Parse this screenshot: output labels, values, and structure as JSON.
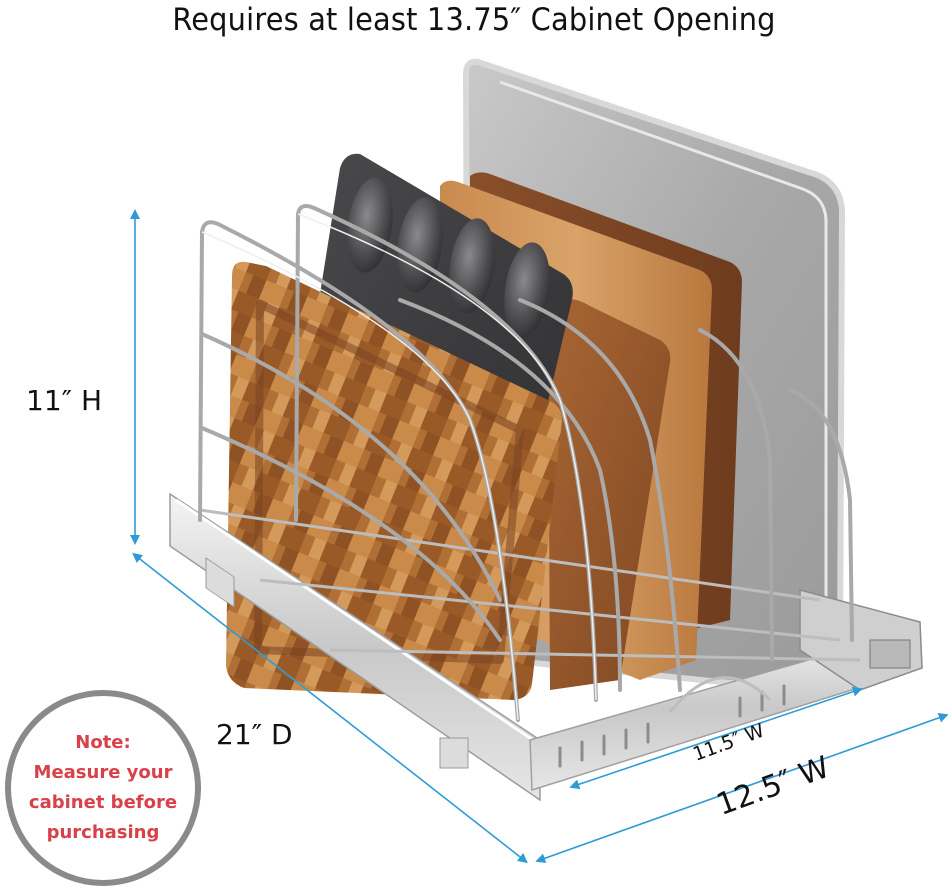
{
  "headline": "Requires at least 13.75″ Cabinet Opening",
  "dimensions": {
    "height": "11″  H",
    "depth": "21″  D",
    "inner_width": "11.5″  W",
    "outer_width": "12.5″  W"
  },
  "note": {
    "title": "Note:",
    "lines": [
      "Measure your",
      "cabinet before",
      "purchasing"
    ]
  },
  "product": {
    "description": "Pull-out chrome wire organizer rack holding cutting boards, muffin tin and baking sheets",
    "items": [
      "end-grain cutting board",
      "muffin tin",
      "wood cutting board (small)",
      "wood cutting board (light)",
      "wood cutting board (dark)",
      "baking sheets"
    ]
  },
  "colors": {
    "arrow": "#2f9bd6",
    "note_text": "#d8404a",
    "note_ring": "#8a8a8a",
    "text": "#111111"
  }
}
